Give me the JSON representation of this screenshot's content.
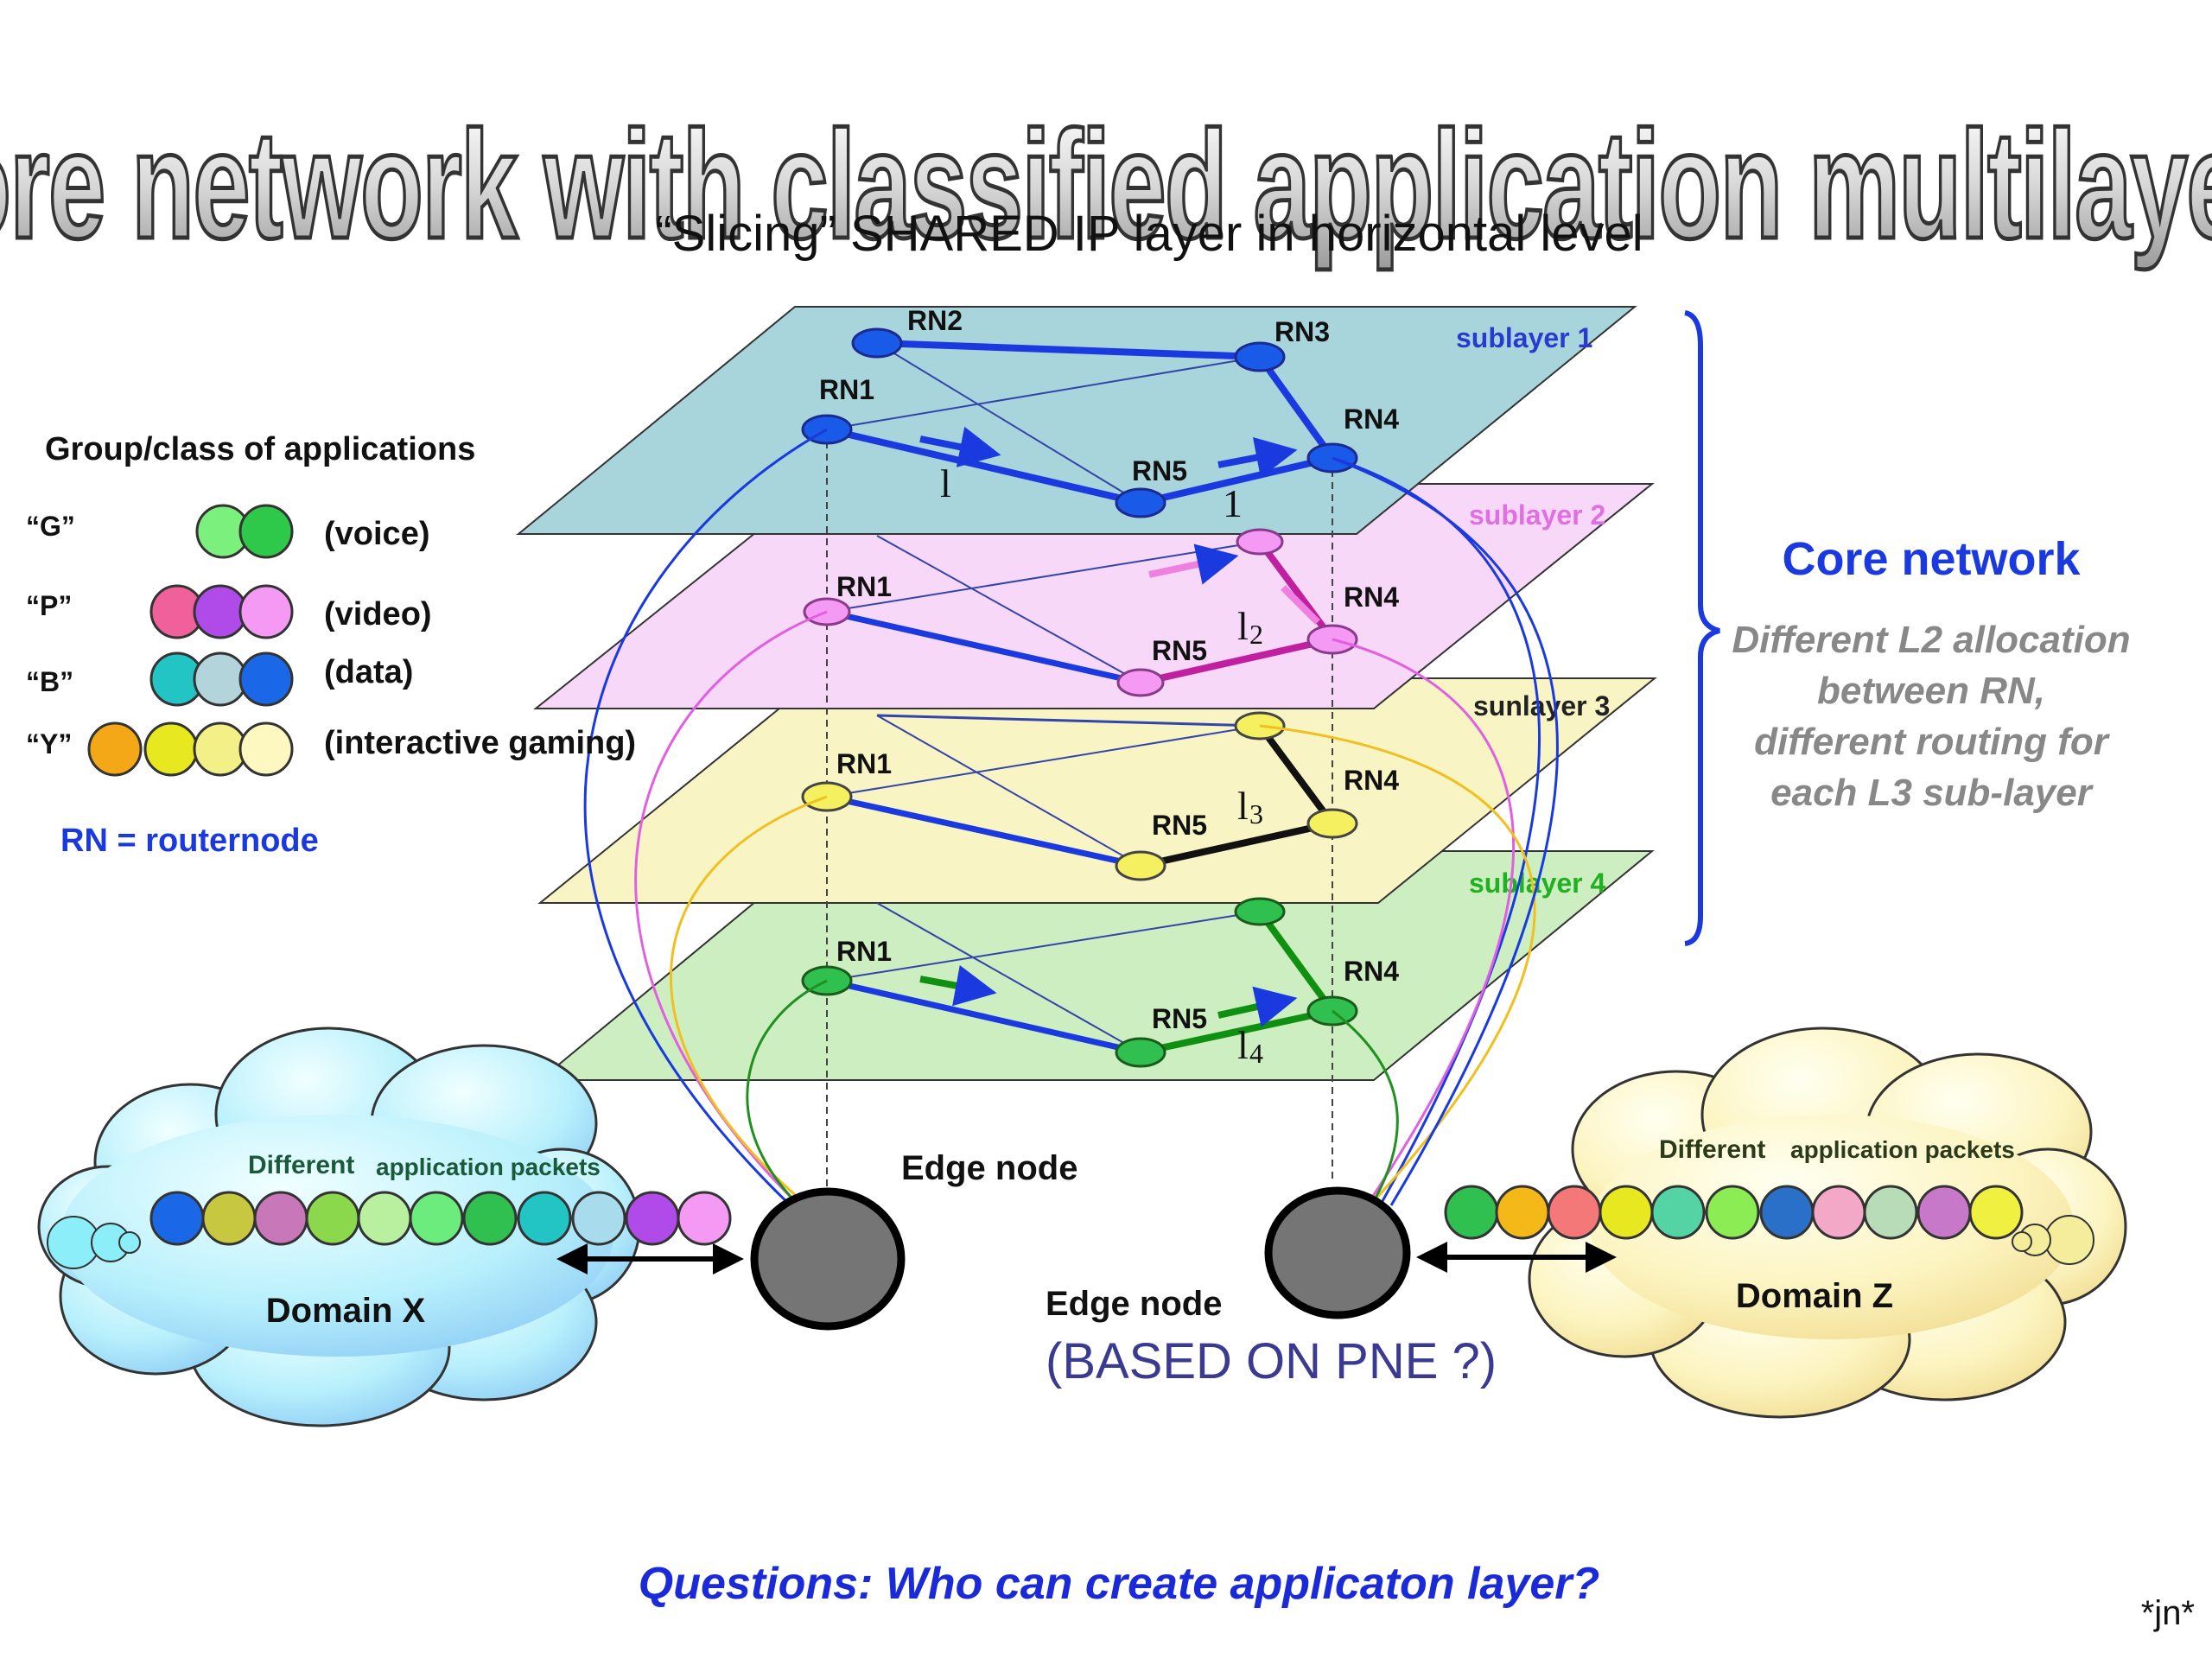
{
  "title": "Core network with classified application multilayers",
  "subtitle": "“Slicing” SHARED IP layer in horizontal level",
  "legend": {
    "heading": "Group/class of applications",
    "classes": [
      {
        "code": "“G”",
        "label": "(voice)",
        "colors": [
          "#7cf07c",
          "#2ec84a"
        ]
      },
      {
        "code": "“P”",
        "label": "(video)",
        "colors": [
          "#f0609a",
          "#b04ae8",
          "#f49af4"
        ]
      },
      {
        "code": "“B”",
        "label": "(data)",
        "colors": [
          "#22c4c4",
          "#b4d4dc",
          "#1a68e8"
        ]
      },
      {
        "code": "“Y”",
        "label": "(interactive gaming)",
        "colors": [
          "#f4a818",
          "#e8e820",
          "#f4f088",
          "#fcf8c0"
        ]
      }
    ],
    "rn_note": "RN = routernode"
  },
  "sublayers": [
    {
      "name": "sublayer 1",
      "color": "#2a3ad0",
      "fill": "#a8d4dc",
      "link_label": "l",
      "link_label2": "1"
    },
    {
      "name": "sublayer 2",
      "color": "#e070e0",
      "fill": "#f8d8f8",
      "link_label": "l",
      "link_label2": "2"
    },
    {
      "name": "sunlayer 3",
      "color": "#222222",
      "fill": "#f8f4c4",
      "link_label": "l",
      "link_label2": "3"
    },
    {
      "name": "sublayer 4",
      "color": "#20b020",
      "fill": "#cceec0",
      "link_label": "l",
      "link_label2": "4"
    }
  ],
  "nodes": {
    "rn1": "RN1",
    "rn2": "RN2",
    "rn3": "RN3",
    "rn4": "RN4",
    "rn5": "RN5"
  },
  "core": {
    "title": "Core network",
    "description": [
      "Different L2 allocation",
      "between RN,",
      "different routing for",
      "each L3 sub-layer"
    ]
  },
  "edge_left": "Edge node",
  "edge_right": "Edge node",
  "edge_note": "(BASED ON PNE ?)",
  "domain_x": {
    "name": "Domain X",
    "caption_a": "Different",
    "caption_b": "application packets",
    "packets": [
      "#1a68e8",
      "#c8c840",
      "#c878b8",
      "#8cd84c",
      "#b8f0a0",
      "#6cec7c",
      "#30c050",
      "#22c4c4",
      "#a8dcec",
      "#b04ae8",
      "#f49af4"
    ]
  },
  "domain_z": {
    "name": "Domain Z",
    "caption_a": "Different",
    "caption_b": "application packets",
    "packets": [
      "#30c050",
      "#f4b818",
      "#f47878",
      "#e8e820",
      "#54d4a4",
      "#8cec54",
      "#2a70c8",
      "#f4a8c8",
      "#b8dcb8",
      "#c878c8",
      "#f0f040"
    ]
  },
  "question": "Questions: Who can create applicaton layer?",
  "signature": "*jn*"
}
